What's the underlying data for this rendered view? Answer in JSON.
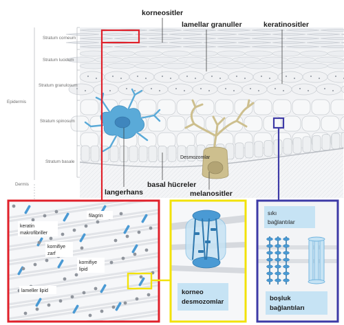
{
  "labels": {
    "korneositler": "korneositler",
    "lamellar_granuller": "lamellar granuller",
    "keratinositler": "keratinositler",
    "langerhans": "langerhans",
    "bazal_hucreler": "basal hücreler",
    "melanositler": "melanositler",
    "desmozomlar": "Desmozomlar"
  },
  "layers": {
    "stratum_corneum": "Stratum corneum",
    "stratum_lucidum": "Stratum lucidum",
    "stratum_granulosum": "Stratum granulosum",
    "stratum_spinosum": "Stratum spinosum",
    "stratum_basale": "Stratum basale",
    "epidermis": "Epidermis",
    "dermis": "Dermis"
  },
  "inset_left": {
    "filagrin": "filagrin",
    "keratin_1": "keratin",
    "keratin_2": "makrofibriller",
    "kornifiye_zarf_1": "kornifiye",
    "kornifiye_zarf_2": "zarf",
    "kornifiye_lipid_1": "kornifiye",
    "kornifiye_lipid_2": "lipid",
    "lameller_lipid": "lameller lipid"
  },
  "inset_middle": {
    "line1": "korneo",
    "line2": "desmozomlar"
  },
  "inset_right": {
    "siki_1": "sıkı",
    "siki_2": "bağlantılar",
    "bosluk_1": "boşluk",
    "bosluk_2": "bağlantıları"
  },
  "colors": {
    "red_frame": "#e0202a",
    "yellow_frame": "#f2e20a",
    "blue_frame": "#3d3aa6",
    "langerhans": "#5aaad8",
    "melanocyte": "#cdbf8e",
    "nucleus": "#c4b584",
    "junction_blue": "#4a9ad4",
    "label_box": "#c6e3f4"
  }
}
